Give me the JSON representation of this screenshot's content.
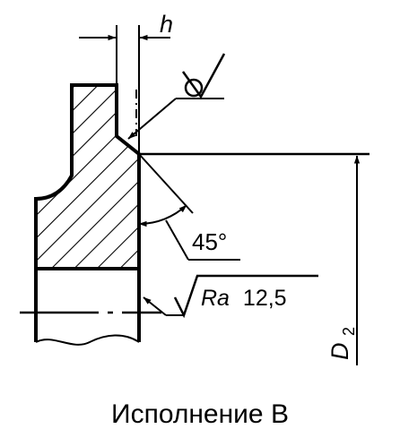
{
  "labels": {
    "h": "h",
    "angle": "45°",
    "roughness_symbol": "Ra",
    "roughness_value": "12,5",
    "diameter": "D",
    "diameter_subscript": "2"
  },
  "caption": "Исполнение В"
}
